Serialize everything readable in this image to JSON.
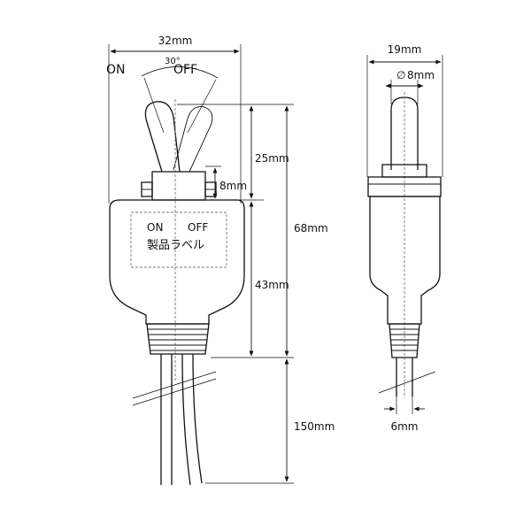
{
  "front_view": {
    "width_label": "32mm",
    "angle_label": "30°",
    "on_label": "ON",
    "off_label": "OFF",
    "lever_height_label": "25mm",
    "bushing_height_label": "8mm",
    "total_height_label": "68mm",
    "body_height_label": "43mm",
    "lead_length_label": "150mm",
    "product_label": {
      "on_text": "ON",
      "off_text": "OFF",
      "name_text": "製品ラベル"
    }
  },
  "side_view": {
    "width_label": "19mm",
    "diameter_label": "8mm",
    "diameter_symbol": "∅",
    "lead_spacing_label": "6mm"
  }
}
